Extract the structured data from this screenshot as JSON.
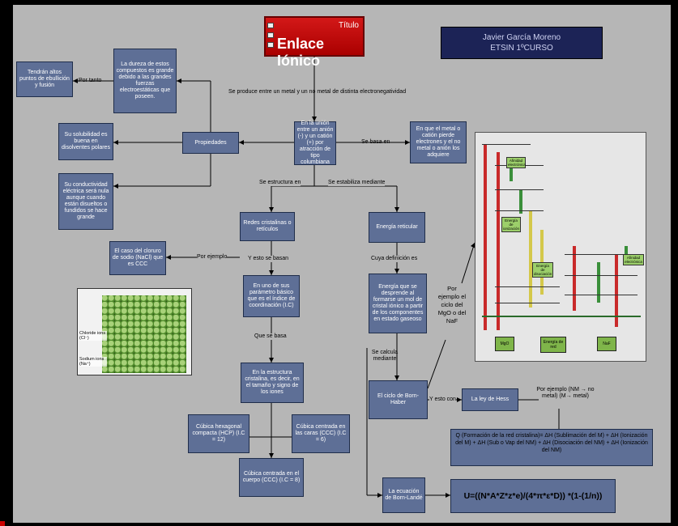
{
  "title": {
    "small": "Título",
    "main": "Enlace Iónico"
  },
  "author": {
    "line1": "Javier García Moreno",
    "line2": "ETSIN 1ºCURSO"
  },
  "top_label": "Se produce entre un metal y un no metal de distinta electronegatividad",
  "center": "En la unión entre un anión (-) y un catión (+) por atracción de tipo columbiana",
  "propiedades": "Propiedades",
  "prop_dureza": "La dureza de estos compuestos es grande debido a las grandes fuerzas electroestáticas que poseen.",
  "por_tanto": "Por tanto",
  "puntos": "Tendrán altos puntos de ebullición y fusión",
  "solubilidad": "Su solubilidad es buena en disolventes polares",
  "conductividad": "Su conductividad eléctrica será nula aunque cuando están disueltos o fundidos se hace grande",
  "se_basa_en": "Se basa en",
  "basa": "En que el metal o catión pierde electrones y el no metal o anión los adquiere",
  "se_estructura": "Se estructura en",
  "se_estabiliza": "Se estabiliza mediante",
  "redes": "Redes cristalinas o retículos",
  "por_ejemplo": "Por ejemplo",
  "cloruro": "El caso del cloruro de sodio (NaCl) que es CCC",
  "y_esto_basan": "Y esto se basan",
  "unidad": "En uno de sus parámetro básico que es el índice de coordinación (I.C)",
  "que_se_basa": "Que se basa",
  "estructura": "En la estructura cristalina, es decir, en el tamaño y signo de los iones",
  "hcp": "Cúbica hexagonal compacta (HCP) (I.C = 12)",
  "ccc_caras": "Cúbica centrada en las caras (CCC) (I.C = 6)",
  "ccc_cuerpo": "Cúbica centrada en el cuerpo (CCC) (I.C = 8)",
  "energia": "Energía reticular",
  "cuya_def": "Cuya definición es",
  "energia_def": "Energía que se desprende al formarse un mol de cristal iónico a partir de los componentes en estado gaseoso",
  "se_calcula": "Se calcula mediante",
  "born_haber": "El ciclo de Born-Haber",
  "y_esto_con": "Y esto con",
  "hess": "La ley de Hess",
  "hess_ej": "Por ejemplo (NM → no metal) (M→ metal)",
  "hess_formula": "Q (Formación de la red cristalina)= ΔH (Sublimación del M) + ΔH (Ionización del M) + ΔH (Sub o Vap del NM) + ΔH (Disociación del NM) + ΔH (Ionización del NM)",
  "por_ejemplo_ciclo": "Por ejemplo el ciclo del MgO o del NaF",
  "born_lande": "La ecuación de Born-Landé",
  "formula": "U=((N*A*Z*z*e)/(4*π*ε*D)) *(1-(1/n))",
  "crystal": {
    "chloride": "Chloride ions (Cl⁻)",
    "sodium": "Sodium ions (Na⁺)"
  },
  "cycle": {
    "mgo": "MgO",
    "naf": "NaF",
    "center_tag": "Energía de red",
    "tags": [
      "Afinidad electrónica",
      "Energía de ionización",
      "Energía de disociación",
      "Afinidad electrónica"
    ]
  },
  "colors": {
    "box": "#5e6f96",
    "title": "#d31818",
    "author": "#1c2356",
    "background": "#b6b6b6"
  }
}
